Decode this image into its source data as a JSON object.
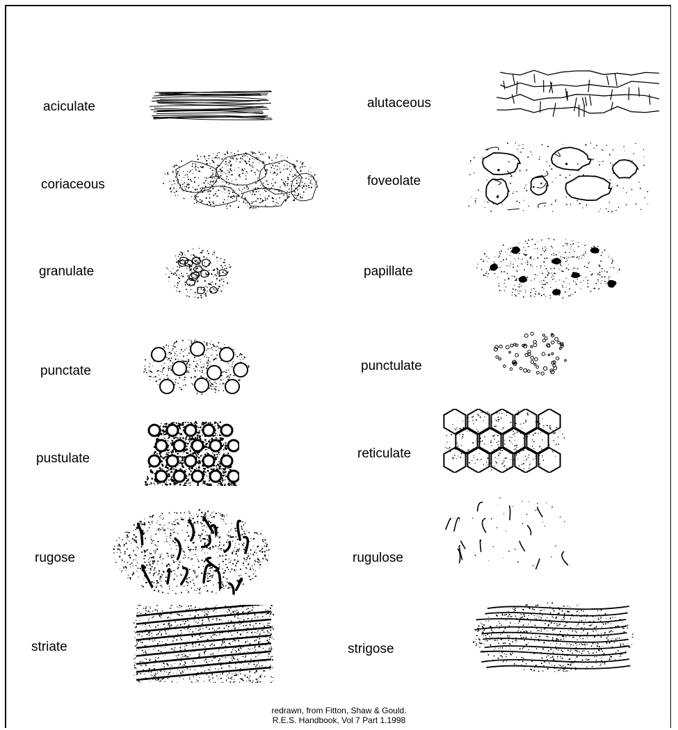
{
  "terms": [
    {
      "id": "aciculate",
      "label": "aciculate"
    },
    {
      "id": "alutaceous",
      "label": "alutaceous"
    },
    {
      "id": "coriaceous",
      "label": "coriaceous"
    },
    {
      "id": "foveolate",
      "label": "foveolate"
    },
    {
      "id": "granulate",
      "label": "granulate"
    },
    {
      "id": "papillate",
      "label": "papillate"
    },
    {
      "id": "punctate",
      "label": "punctate"
    },
    {
      "id": "punctulate",
      "label": "punctulate"
    },
    {
      "id": "pustulate",
      "label": "pustulate"
    },
    {
      "id": "reticulate",
      "label": "reticulate"
    },
    {
      "id": "rugose",
      "label": "rugose"
    },
    {
      "id": "rugulose",
      "label": "rugulose"
    },
    {
      "id": "striate",
      "label": "striate"
    },
    {
      "id": "strigose",
      "label": "strigose"
    }
  ],
  "credit": {
    "line1": "redrawn, from Fitton, Shaw & Gould.",
    "line2": "R.E.S. Handbook, Vol 7 Part 1.1998"
  }
}
